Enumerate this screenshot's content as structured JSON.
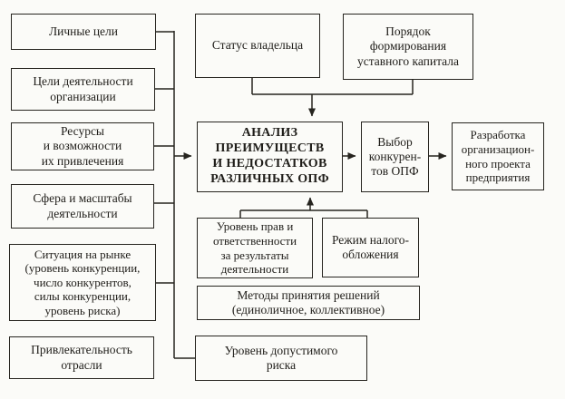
{
  "diagram": {
    "type": "flowchart",
    "language": "ru",
    "colors": {
      "background": "#fbfbf8",
      "line": "#26241f",
      "text": "#1f1d19"
    },
    "boxes": {
      "personal_goals": {
        "label": "Личные цели"
      },
      "org_goals": {
        "label": "Цели деятельности\nорганизации"
      },
      "resources": {
        "label": "Ресурсы\nи возможности\nих привлечения"
      },
      "sphere": {
        "label": "Сфера и масштабы\nдеятельности"
      },
      "market_situation": {
        "label": "Ситуация на рынке\n(уровень конкуренции,\nчисло конкурентов,\nсилы конкуренции,\nуровень риска)"
      },
      "attractiveness": {
        "label": "Привлекательность\nотрасли"
      },
      "owner_status": {
        "label": "Статус владельца"
      },
      "capital_formation": {
        "label": "Порядок\nформирования\nуставного капитала"
      },
      "analysis_central": {
        "label": "АНАЛИЗ\nПРЕИМУЩЕСТВ\nИ НЕДОСТАТКОВ\nРАЗЛИЧНЫХ ОПФ"
      },
      "opf_choice": {
        "label": "Выбор\nконкурен-\nтов ОПФ"
      },
      "org_project": {
        "label": "Разработка\nорганизацион-\nного проекта\nпредприятия"
      },
      "rights_level": {
        "label": "Уровень прав и\nответственности\nза результаты\nдеятельности"
      },
      "tax_regime": {
        "label": "Режим налого-\nобложения"
      },
      "decision_methods": {
        "label": "Методы принятия решений\n(единоличное, коллективное)"
      },
      "risk_level": {
        "label": "Уровень допустимого\nриска"
      }
    }
  }
}
